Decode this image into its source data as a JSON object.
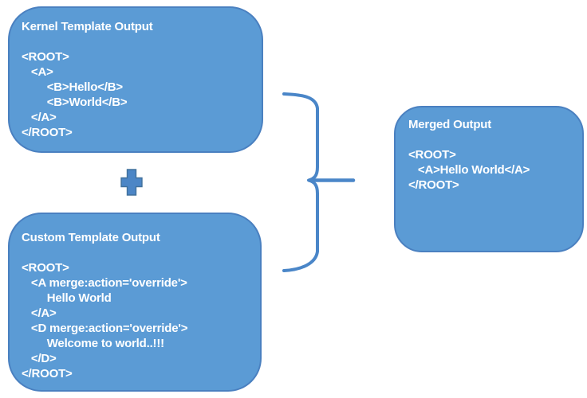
{
  "colors": {
    "box_fill": "#5b9bd5",
    "box_border": "#4a80c0",
    "box_text": "#ffffff",
    "connector": "#4a86c8",
    "plus_fill": "#4c86c6",
    "plus_border": "#41719c"
  },
  "boxes": {
    "kernel": {
      "title": "Kernel Template Output",
      "code": "<ROOT>\n   <A>\n        <B>Hello</B>\n        <B>World</B>\n   </A>\n</ROOT>"
    },
    "custom": {
      "title": "Custom Template Output",
      "code": "<ROOT>\n   <A merge:action='override'>\n        Hello World\n   </A>\n   <D merge:action='override'>\n        Welcome to world..!!!\n   </D>\n</ROOT>"
    },
    "merged": {
      "title": "Merged Output",
      "code": "<ROOT>\n   <A>Hello World</A>\n</ROOT>"
    }
  },
  "icons": {
    "plus": "plus-icon",
    "brace": "right-brace-icon"
  }
}
